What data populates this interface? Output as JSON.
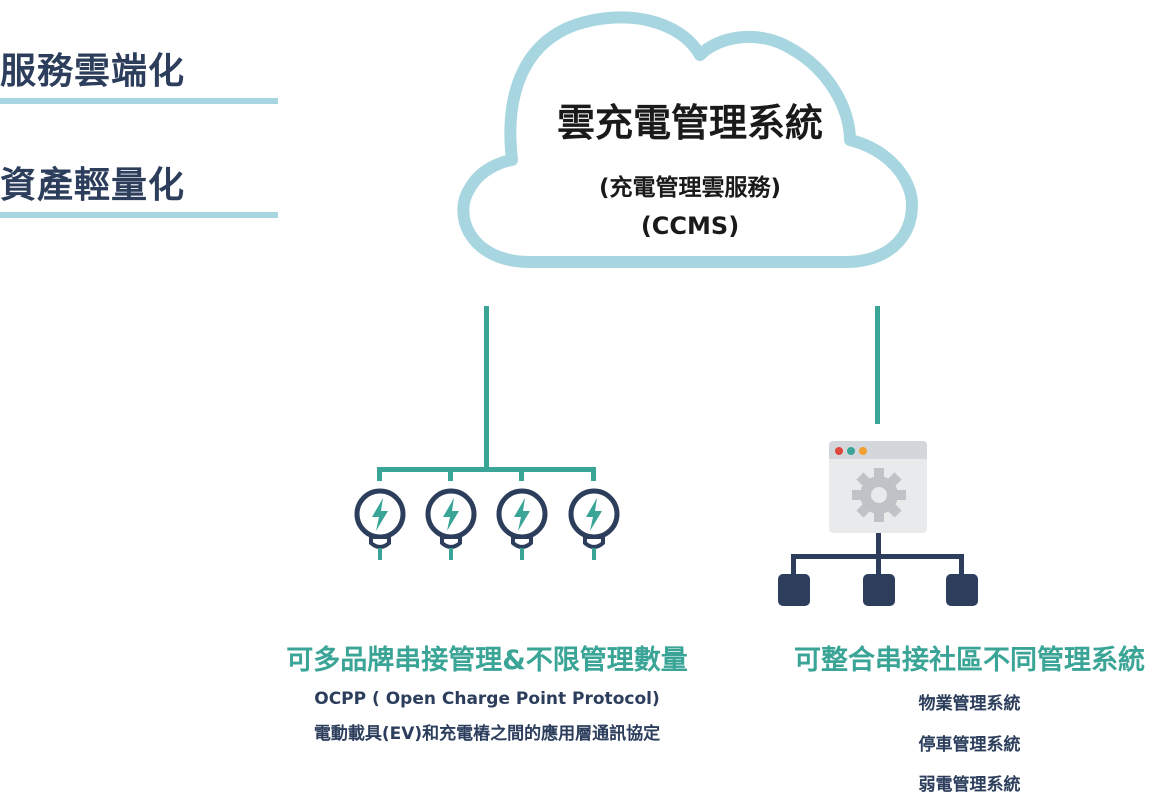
{
  "side": {
    "label1": "服務雲端化",
    "label2": "資產輕量化"
  },
  "cloud": {
    "title": "雲充電管理系統",
    "subtitle": "(充電管理雲服務)",
    "acronym": "(CCMS)"
  },
  "left": {
    "heading": "可多品牌串接管理&不限管理數量",
    "line1": "OCPP ( Open Charge Point Protocol)",
    "line2": "電動載具(EV)和充電樁之間的應用層通訊協定"
  },
  "right": {
    "heading": "可整合串接社區不同管理系統",
    "items": [
      "物業管理系統",
      "停車管理系統",
      "弱電管理系統"
    ]
  },
  "colors": {
    "navy": "#2c3e5c",
    "teal": "#3aa596",
    "cloud_stroke": "#a8d6e0"
  },
  "icons": {
    "charger": "charging-station-icon",
    "bolt": "lightning-bolt-icon",
    "window": "browser-window-icon",
    "gear": "gear-icon",
    "node": "network-node-icon"
  }
}
